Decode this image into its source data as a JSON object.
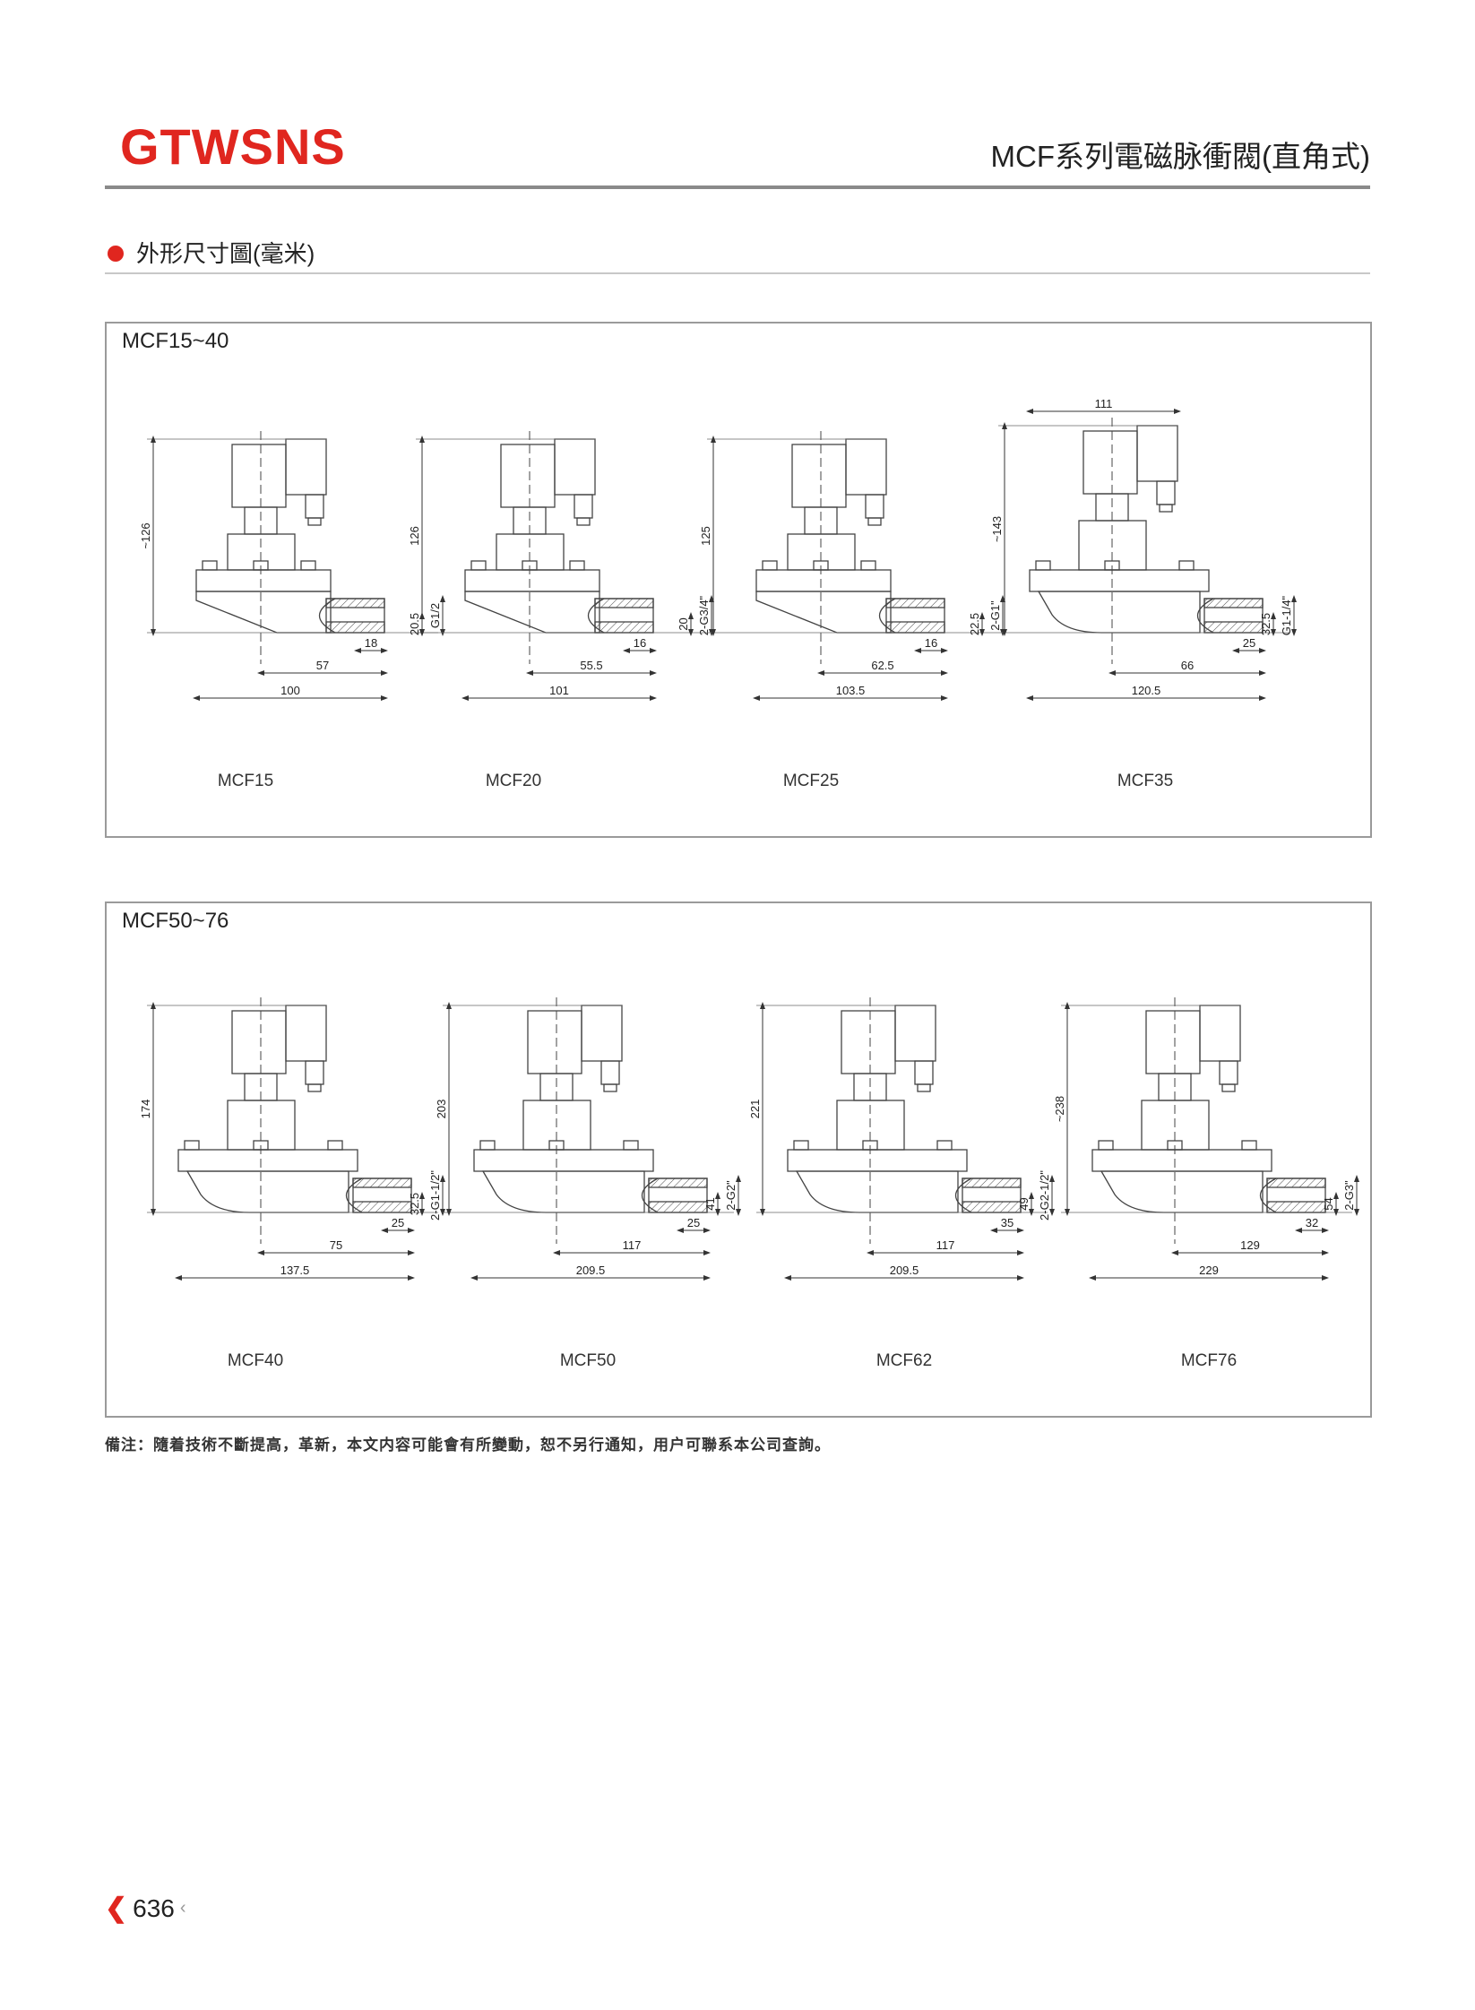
{
  "header": {
    "brand": "GTWSNS",
    "title": "MCF系列電磁脉衝閥(直角式)"
  },
  "section": {
    "title": "外形尺寸圖(毫米)"
  },
  "panels": [
    {
      "title": "MCF15~40",
      "valves": [
        {
          "model": "MCF15",
          "height": "~126",
          "bottom": [
            "18",
            "57",
            "100"
          ],
          "port": "G1/2",
          "port_offset": "20.5"
        },
        {
          "model": "MCF20",
          "height": "126",
          "bottom": [
            "16",
            "55.5",
            "101"
          ],
          "port": "2-G3/4\"",
          "port_offset": "20"
        },
        {
          "model": "MCF25",
          "height": "125",
          "bottom": [
            "16",
            "62.5",
            "103.5"
          ],
          "port": "2-G1\"",
          "port_offset": "22.5"
        },
        {
          "model": "MCF35",
          "height": "~143",
          "top": "111",
          "bottom": [
            "25",
            "66",
            "120.5"
          ],
          "port": "G1-1/4\"",
          "port_offset": "32.5"
        }
      ]
    },
    {
      "title": "MCF50~76",
      "valves": [
        {
          "model": "MCF40",
          "height": "174",
          "bottom": [
            "25",
            "75",
            "137.5"
          ],
          "port": "2-G1-1/2\"",
          "port_offset": "32.5"
        },
        {
          "model": "MCF50",
          "height": "203",
          "bottom": [
            "25",
            "117",
            "209.5"
          ],
          "port": "2-G2\"",
          "port_offset": "41"
        },
        {
          "model": "MCF62",
          "height": "221",
          "bottom": [
            "35",
            "117",
            "209.5"
          ],
          "port": "2-G2-1/2\"",
          "port_offset": "49"
        },
        {
          "model": "MCF76",
          "height": "~238",
          "bottom": [
            "32",
            "129",
            "229"
          ],
          "port": "2-G3\"",
          "port_offset": "54"
        }
      ]
    }
  ],
  "note": "備注：隨着技術不斷提高，革新，本文内容可能會有所變動，恕不另行通知，用户可聯系本公司查詢。",
  "footer": {
    "page": "636"
  },
  "colors": {
    "brand": "#e0261f",
    "rule": "#8a8a8a"
  }
}
